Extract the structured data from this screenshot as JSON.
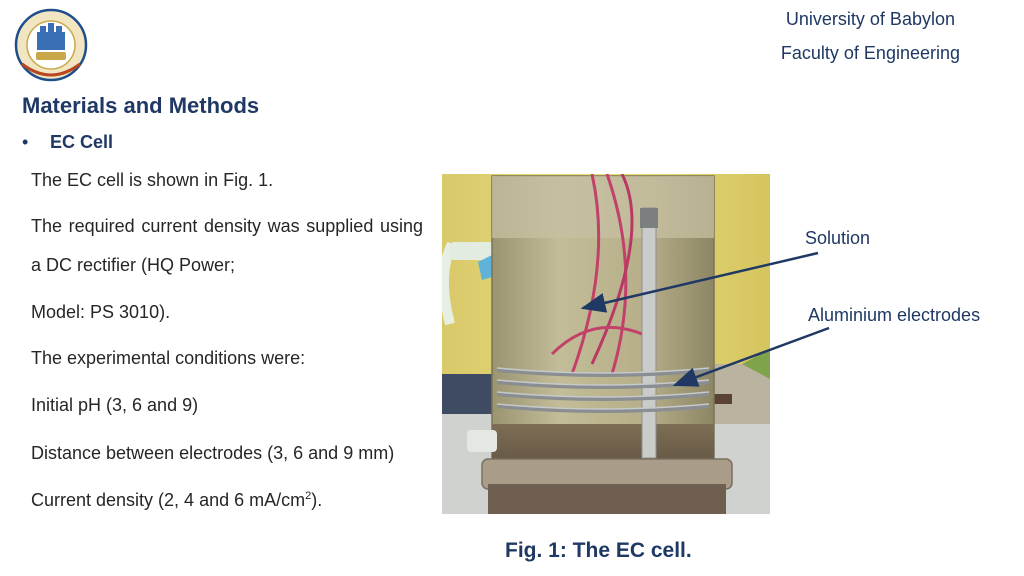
{
  "header": {
    "logo_icon": "university-of-babylon-seal",
    "university": "University of Babylon",
    "faculty": "Faculty of Engineering"
  },
  "section_title": "Materials and Methods",
  "bullet": "EC Cell",
  "paragraphs": {
    "p1": "The EC cell is shown in Fig. 1.",
    "p2": "The required current density was supplied using a DC rectifier (HQ Power;",
    "p3": "Model: PS 3010).",
    "p4": "The experimental conditions were:",
    "p5": "Initial pH (3, 6 and 9)",
    "p6": "Distance between electrodes (3, 6 and 9 mm)",
    "p7_main": "Current density (2, 4 and 6 mA/cm",
    "p7_sup": "2",
    "p7_end": ")."
  },
  "figure": {
    "label_solution": "Solution",
    "label_electrodes": "Aluminium electrodes",
    "caption": "Fig. 1: The EC cell."
  },
  "colors": {
    "heading": "#1f3864",
    "text": "#262626"
  }
}
